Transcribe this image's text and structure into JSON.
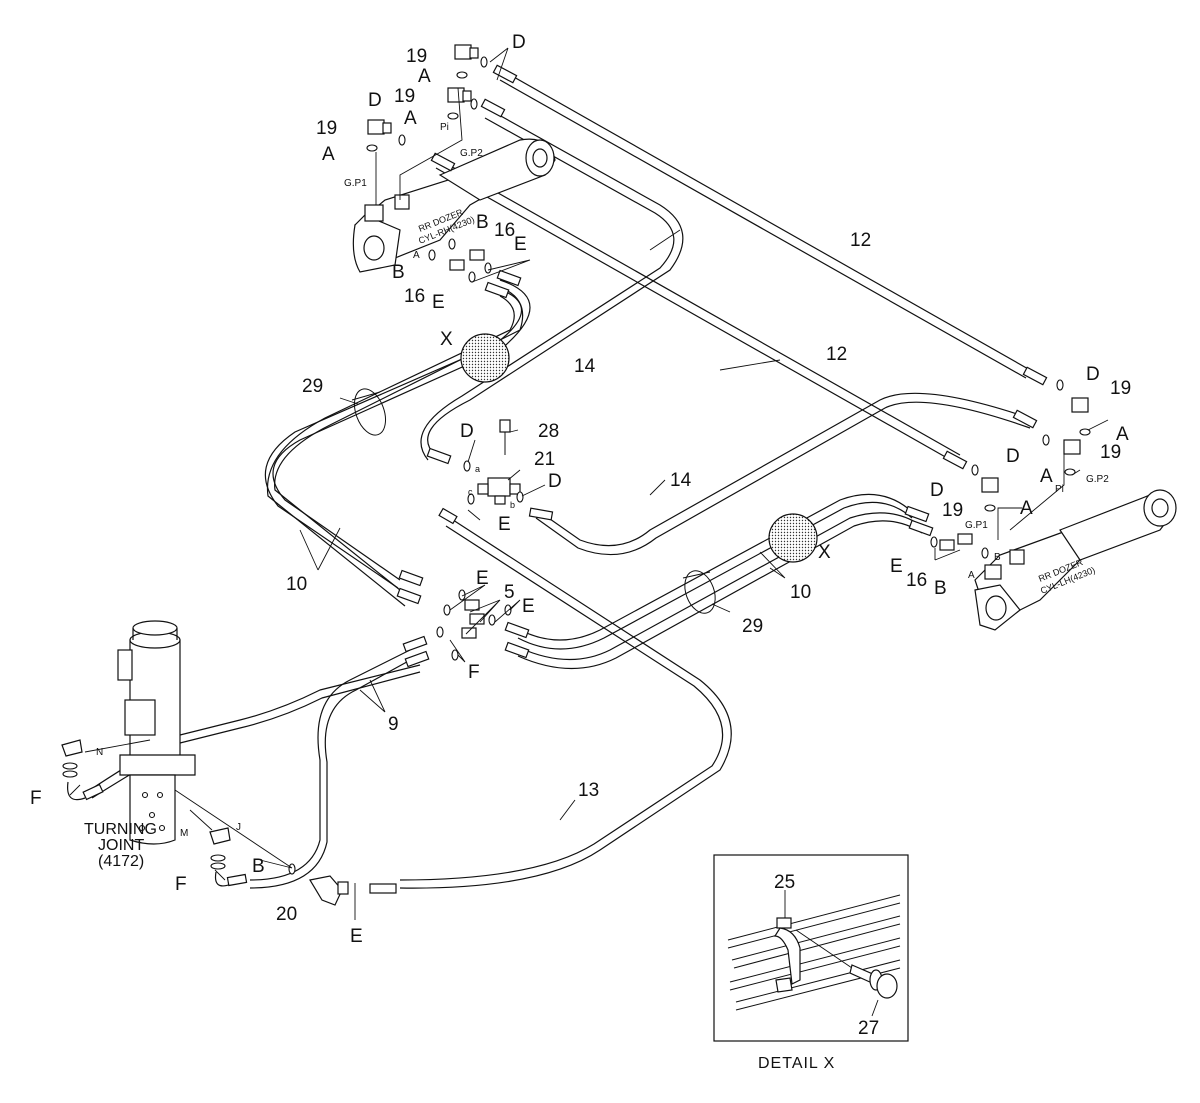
{
  "callouts": {
    "n19_1": "19",
    "nA_1": "A",
    "nD_top": "D",
    "n19_2": "19",
    "nA_2": "A",
    "pi_left": "Pi",
    "nD_left": "D",
    "n19_3": "19",
    "nA_3": "A",
    "gp1_left": "G.P1",
    "gp2_left": "G.P2",
    "cyl_rh": "RR DOZER\nCYL-RH(4230)",
    "nB_1": "B",
    "nA_4": "A",
    "nB_2": "B",
    "n16_1": "16",
    "nE_1": "E",
    "n16_2": "16",
    "nE_2": "E",
    "n12_1": "12",
    "n12_2": "12",
    "nX_1": "X",
    "n14_1": "14",
    "n29_1": "29",
    "nD_r1": "D",
    "n19_r1": "19",
    "nA_r1": "A",
    "n19_r2": "19",
    "nD_r2": "D",
    "nA_r2": "A",
    "pi_right": "Pi",
    "gp2_right": "G.P2",
    "nD_r3": "D",
    "n19_r3": "19",
    "nA_r3": "A",
    "gp1_right": "G.P1",
    "nE_r": "E",
    "n16_r": "16",
    "nB_r": "B",
    "nA_small_r": "A",
    "nB_small_r": "B",
    "cyl_lh": "RR DOZER\nCYL-LH(4230)",
    "nX_2": "X",
    "n10_r": "10",
    "n29_r": "29",
    "n28": "28",
    "nD_c1": "D",
    "n21": "21",
    "nD_c2": "D",
    "a_small": "a",
    "b_small": "b",
    "c_small": "c",
    "nE_c": "E",
    "n14_2": "14",
    "n10_l": "10",
    "nE_5a": "E",
    "n5": "5",
    "nE_5b": "E",
    "nF_5": "F",
    "n9": "9",
    "n13": "13",
    "tj_line1": "TURNING",
    "tj_line2": "JOINT",
    "tj_line3": "(4172)",
    "N_port": "N",
    "M_port": "M",
    "J_port": "J",
    "nF_tj1": "F",
    "nF_tj2": "F",
    "nB_tj": "B",
    "n20": "20",
    "nE_bottom": "E",
    "detail_25": "25",
    "detail_27": "27",
    "detail_title": "DETAIL  X"
  },
  "icons": {
    "shaded_circle": "hatched-circle-marker",
    "clamp": "hose-clamp-icon",
    "elbow": "elbow-fitting-icon",
    "oring": "o-ring-icon"
  }
}
